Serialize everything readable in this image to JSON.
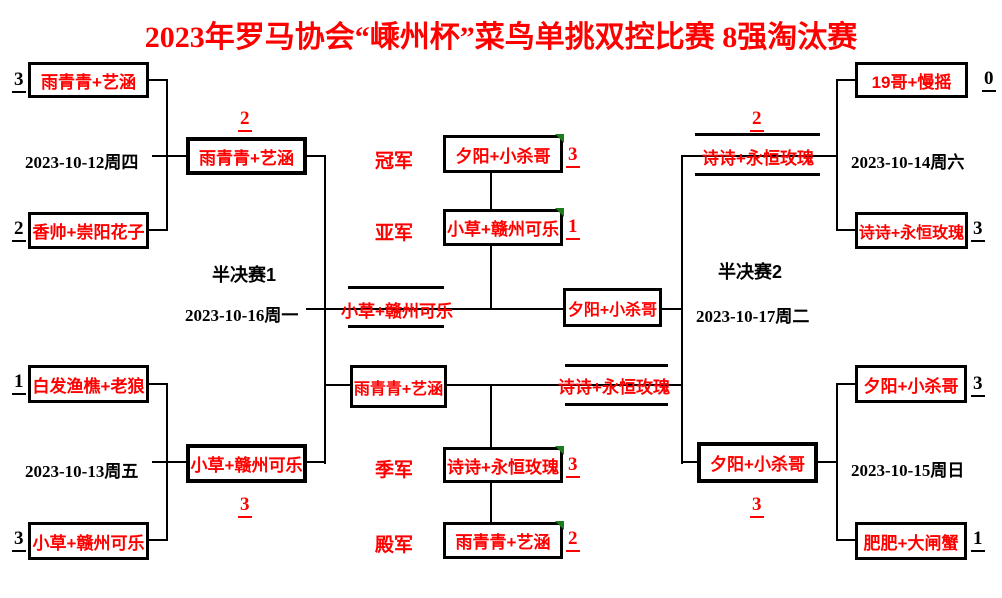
{
  "title": "2023年罗马协会“嵊州杯”菜鸟单挑双控比赛 8强淘汰赛",
  "colors": {
    "accent": "#ff0000",
    "line": "#000000",
    "flag_green": "#1c7c1c"
  },
  "left": {
    "qf1": {
      "team_a": "雨青青+艺涵",
      "score_a": "3",
      "date": "2023-10-12周四",
      "team_b": "香帅+崇阳花子",
      "score_b": "2"
    },
    "sf_winner_top": {
      "name": "雨青青+艺涵",
      "score": "2"
    },
    "sf_label": "半决赛1",
    "sf_date": "2023-10-16周一",
    "qf2": {
      "team_a": "白发渔樵+老狼",
      "score_a": "1",
      "date": "2023-10-13周五",
      "team_b": "小草+赣州可乐",
      "score_b": "3"
    },
    "sf_winner_bottom": {
      "name": "小草+赣州可乐",
      "score": "3"
    }
  },
  "right": {
    "qf3": {
      "team_a": "19哥+慢摇",
      "score_a": "0",
      "date": "2023-10-14周六",
      "team_b": "诗诗+永恒玫瑰",
      "score_b": "3"
    },
    "sf_winner_top": {
      "name": "诗诗+永恒玫瑰",
      "score": "2"
    },
    "sf_label": "半决赛2",
    "sf_date": "2023-10-17周二",
    "qf4": {
      "team_a": "夕阳+小杀哥",
      "score_a": "3",
      "date": "2023-10-15周日",
      "team_b": "肥肥+大闸蟹",
      "score_b": "1"
    },
    "sf_winner_bottom": {
      "name": "夕阳+小杀哥",
      "score": "3"
    }
  },
  "final": {
    "slot_left": "小草+赣州可乐",
    "slot_right": "夕阳+小杀哥"
  },
  "third": {
    "slot_left": "雨青青+艺涵",
    "slot_right": "诗诗+永恒玫瑰"
  },
  "results": {
    "champion_label": "冠军",
    "champion_team": "夕阳+小杀哥",
    "champion_score": "3",
    "runnerup_label": "亚军",
    "runnerup_team": "小草+赣州可乐",
    "runnerup_score": "1",
    "third_label": "季军",
    "third_team": "诗诗+永恒玫瑰",
    "third_score": "3",
    "fourth_label": "殿军",
    "fourth_team": "雨青青+艺涵",
    "fourth_score": "2"
  }
}
